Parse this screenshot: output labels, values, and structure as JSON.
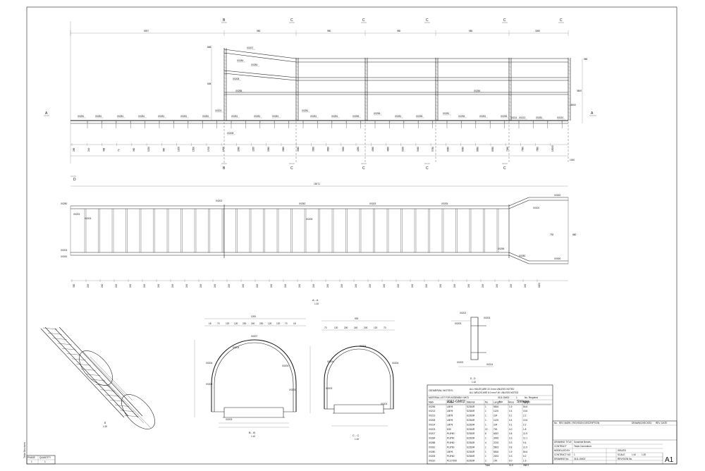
{
  "sheet_size": "A1",
  "elevation": {
    "section_markers": [
      "B",
      "C",
      "C",
      "C",
      "C",
      "C",
      "B",
      "C",
      "C",
      "C",
      "C"
    ],
    "side_markers": [
      "A",
      "A"
    ],
    "top_dims": [
      "5097",
      "980",
      "980",
      "980",
      "980",
      "3260"
    ],
    "left_dims": [
      "858",
      "608",
      "1000"
    ],
    "right_dims": [
      "980",
      "3600",
      "15000",
      "1000"
    ],
    "parts": [
      "X0207",
      "X0284",
      "X0284",
      "X0208",
      "X0288",
      "X0284",
      "X0203",
      "X0281",
      "X0281",
      "X0281",
      "X0281",
      "X0281",
      "X0281",
      "X0281",
      "X0281",
      "X0281",
      "X0281",
      "X0208",
      "X0281",
      "X0281",
      "X0296",
      "X0281",
      "X0296",
      "X0281",
      "X0296",
      "X0281",
      "X0296",
      "X0281",
      "X0296",
      "X0214",
      "X0213",
      "X0281",
      "X0210"
    ],
    "bottom_dims": [
      "286",
      "249",
      "488",
      "79",
      "960",
      "1220",
      "880",
      "1200",
      "1500",
      "1700",
      "1900",
      "2080",
      "2285",
      "2580",
      "2880",
      "3080",
      "3380",
      "3680",
      "3980",
      "4280",
      "4580",
      "4880",
      "5180",
      "5480",
      "5780",
      "6080",
      "6380",
      "6680",
      "6980",
      "7280",
      "7580",
      "7880",
      "15000"
    ]
  },
  "plan": {
    "marker": "D",
    "overall_dim": "15071",
    "parts": [
      "X0300",
      "X0300",
      "X0280",
      "X0202",
      "X0282",
      "X0203",
      "X0203",
      "X0205",
      "X0203",
      "X0205",
      "X0202",
      "X0203",
      "X0296",
      "X0280",
      "X0200"
    ],
    "bottom_dims": [
      "330",
      "249",
      "240",
      "249",
      "249",
      "249",
      "249",
      "249",
      "249",
      "249",
      "249",
      "249",
      "249",
      "249",
      "249",
      "249",
      "249",
      "249",
      "249",
      "249",
      "249",
      "249",
      "249",
      "249",
      "249",
      "249",
      "249",
      "249",
      "249",
      "249",
      "249",
      "249",
      "249",
      "1100"
    ],
    "side_dims": [
      "792",
      "880"
    ],
    "caption": "A - A",
    "caption_scale": "1:10"
  },
  "section_b": {
    "caption": "B - B",
    "scale": "1:10",
    "width_dim": "1200",
    "parts": [
      "X0207",
      "X0204",
      "X0204",
      "X0204",
      "X0203",
      "X0203",
      "X0203"
    ]
  },
  "section_c": {
    "caption": "C - C",
    "scale": "1:10",
    "width_dim": "900",
    "parts": [
      "X0204",
      "X0204",
      "X0204",
      "X0203",
      "X0203"
    ]
  },
  "iso": {
    "caption": "B",
    "scale": "1:20"
  },
  "detail_d": {
    "caption": "D - D",
    "scale": "1:10",
    "parts": [
      "X0202",
      "X0203",
      "X0203",
      "X0202",
      "X0214"
    ]
  },
  "bom": {
    "assembly_mark": "3111-GM02",
    "no_label": "No",
    "no_value": "1",
    "name": "Stringer",
    "general_notes_title": "GENERAL NOTES:",
    "notes": [
      "ALL HOLES ARE    22.0  mm UNLESS NOTED",
      "ALL WELDS ARE    6.0  mm F.W. UNLESS NOTED"
    ],
    "material_list_label": "MATERIAL LIST FOR ASSEMBLY MK'D",
    "material_list_mark": "3111-GM02",
    "qty_label": "1",
    "required_label": "No. Required",
    "columns": [
      "Mark",
      "Profile",
      "Material",
      "No.",
      "Length",
      "Area",
      "Weight"
    ],
    "rows": [
      [
        "X0296",
        "L80*8",
        "S235JR",
        "1",
        "5816",
        "1.9",
        "54.6"
      ],
      [
        "X0213",
        "L80*8",
        "S235JR",
        "1",
        "1125",
        "0.4",
        "10.6"
      ],
      [
        "X0213",
        "L80*8",
        "S235JR",
        "1",
        "224",
        "0.1",
        "2.2"
      ],
      [
        "X0208",
        "L80*8",
        "S235JR",
        "1",
        "1125",
        "0.4",
        "10.6"
      ],
      [
        "X0214",
        "L80*8",
        "S235JR",
        "1",
        "224",
        "0.1",
        "2.2"
      ],
      [
        "X0203",
        "D30",
        "S235JR",
        "22",
        "700",
        "0.0",
        "1.8"
      ],
      [
        "X0207",
        "PL8*60",
        "S235JR",
        "8",
        "6002",
        "0.8",
        "11.9"
      ],
      [
        "X0284",
        "PL8*60",
        "S235JR",
        "1",
        "3006",
        "0.3",
        "11.1"
      ],
      [
        "X0288",
        "PL8*60",
        "S235JR",
        "4",
        "2215",
        "0.3",
        "9.4"
      ],
      [
        "X0281",
        "PL8*60",
        "S235JR",
        "1",
        "5603",
        "0.8",
        "11.9"
      ],
      [
        "X0280",
        "L80*8",
        "S235JR",
        "1",
        "5816",
        "1.9",
        "54.6"
      ],
      [
        "X0205",
        "PL8*60",
        "S235JR",
        "1",
        "2203",
        "0.3",
        "5.2"
      ],
      [
        "X0210",
        "PL10*200",
        "S235JR",
        "2",
        "100",
        "0.0",
        "1.6"
      ]
    ],
    "total_label": "Total",
    "total_area": "11.0",
    "total_weight": "268.9"
  },
  "title_block": {
    "revision_header": [
      "No.",
      "REV MARK / REVISION DESCRIPTION",
      "DRAWN/CHECKED",
      "REV. DATE"
    ],
    "drawing_title_label": "DRAWING TITLE",
    "drawing_title": "Sunshine Brewis",
    "contract_label": "CONTRACT",
    "contract": "Tesla Conundrum",
    "modelled_by_label": "MODELLED BY",
    "issued_label": "ISSUED",
    "contract_no_label": "CONTRACT NO",
    "contract_no": "1",
    "scale_label": "SCALE",
    "scale": "1:10",
    "scale2": "1:20",
    "drawing_no_label": "DRAWING No.",
    "drawing_no": "3111-GM02",
    "revision_label": "REVISION No.",
    "sheet": "A1"
  },
  "phase_box": {
    "headers": [
      "PHASE",
      "QUANTITY"
    ],
    "values": [
      "1",
      "1"
    ]
  },
  "stamp": "Tekla Structures"
}
